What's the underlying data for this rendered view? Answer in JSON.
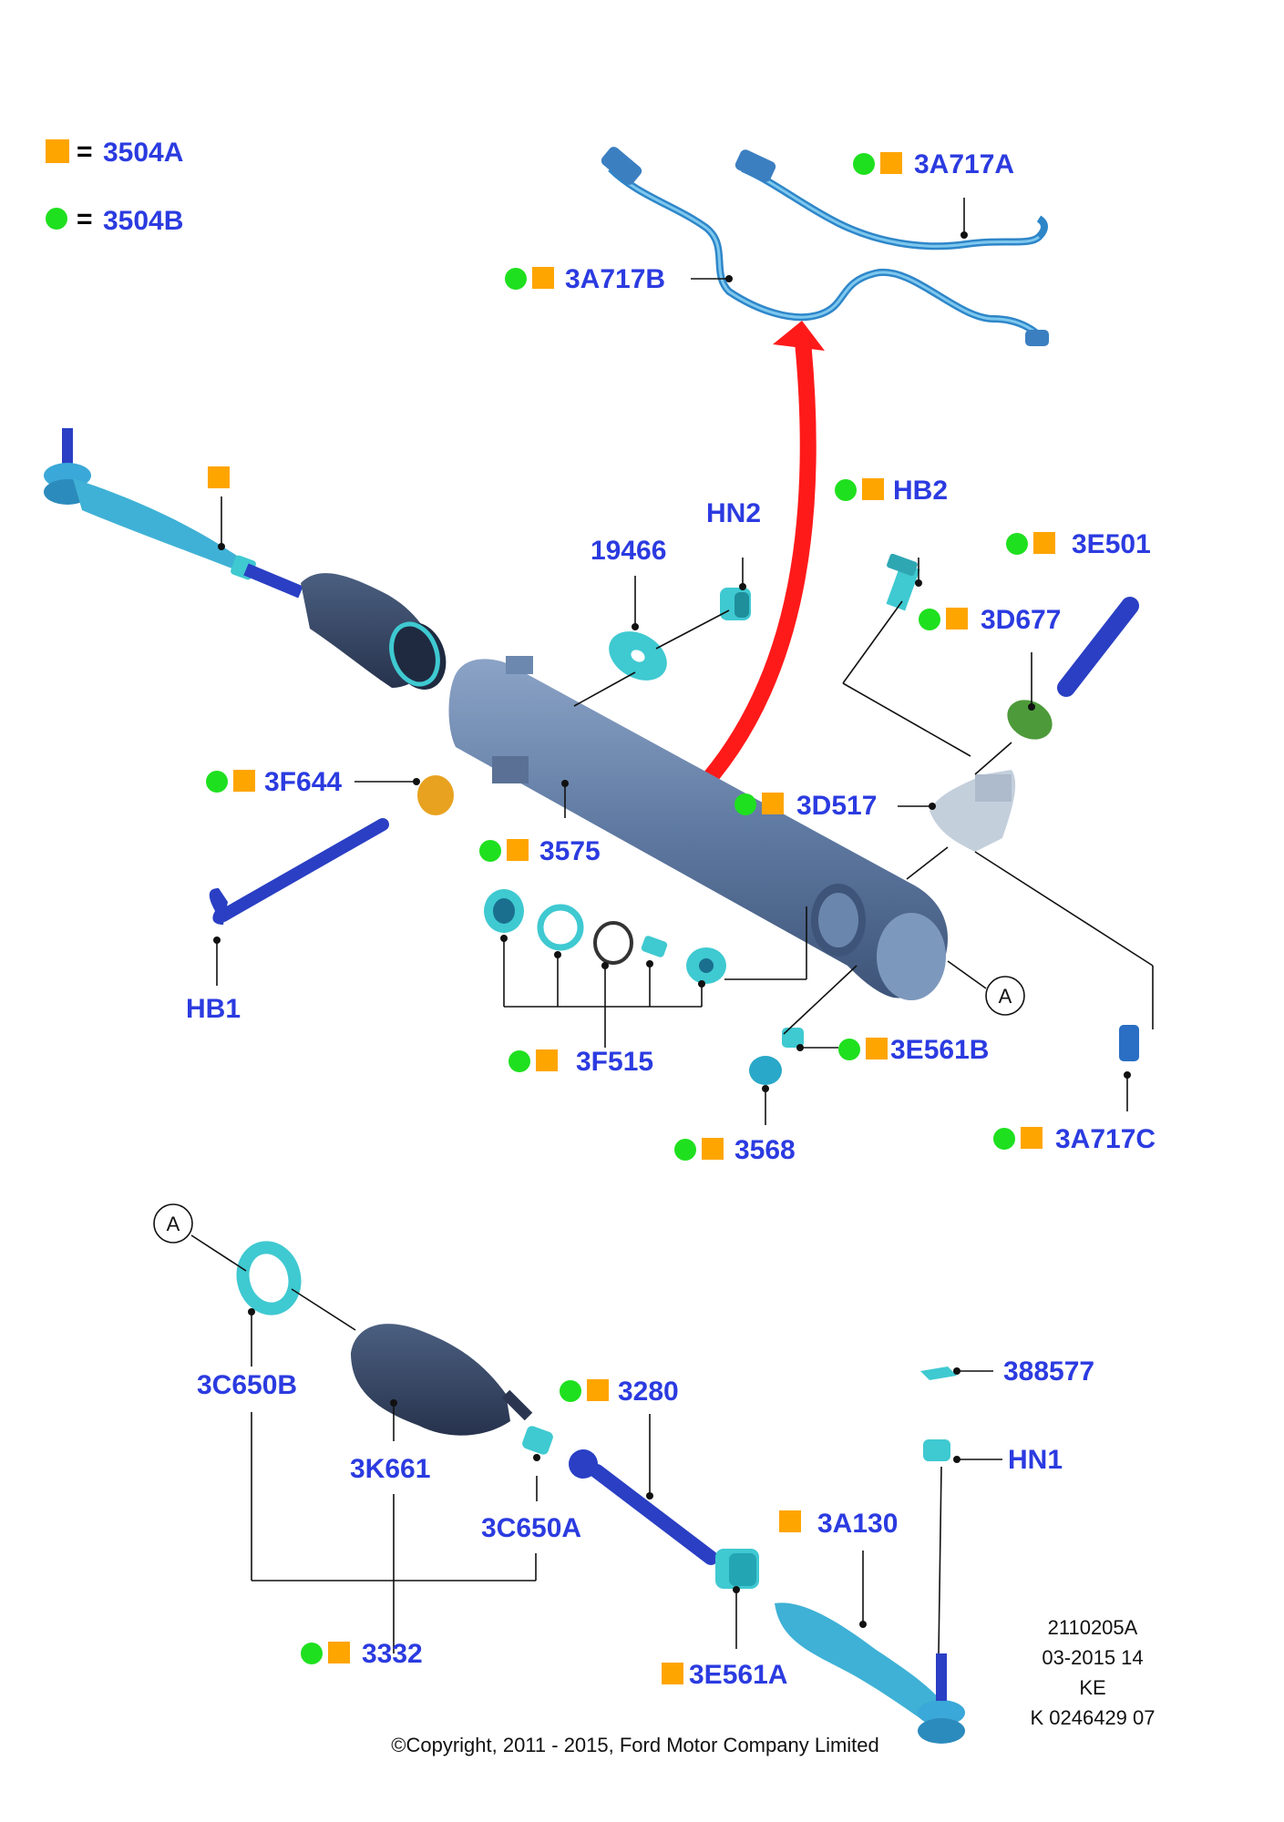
{
  "colors": {
    "label": "#2b3be0",
    "square": "#ffa500",
    "circle": "#1fe01f",
    "arrow": "#ff1a1a",
    "part_teal": "#3fc9d1",
    "part_blue": "#2a3fc4",
    "part_slate": "#5a7195"
  },
  "legend": [
    {
      "symbol": "square",
      "code": "3504A",
      "eq": "="
    },
    {
      "symbol": "circle",
      "code": "3504B",
      "eq": "="
    }
  ],
  "parts": {
    "p3A717A": "3A717A",
    "p3A717B": "3A717B",
    "pHB2": "HB2",
    "p3E501": "3E501",
    "p19466": "19466",
    "pHN2": "HN2",
    "p3D677": "3D677",
    "p3F644": "3F644",
    "p3575": "3575",
    "p3D517": "3D517",
    "pHB1": "HB1",
    "p3F515": "3F515",
    "p3E561B": "3E561B",
    "p3568": "3568",
    "p3A717C": "3A717C",
    "p3C650B": "3C650B",
    "p3K661": "3K661",
    "p3280": "3280",
    "p388577": "388577",
    "pHN1": "HN1",
    "p3C650A": "3C650A",
    "p3A130": "3A130",
    "p3332": "3332",
    "p3E561A": "3E561A"
  },
  "ref_marker": "A",
  "info": [
    "2110205A",
    "03-2015 14",
    "KE",
    "K 0246429 07"
  ],
  "copyright": "©Copyright, 2011 - 2015, Ford Motor Company Limited"
}
